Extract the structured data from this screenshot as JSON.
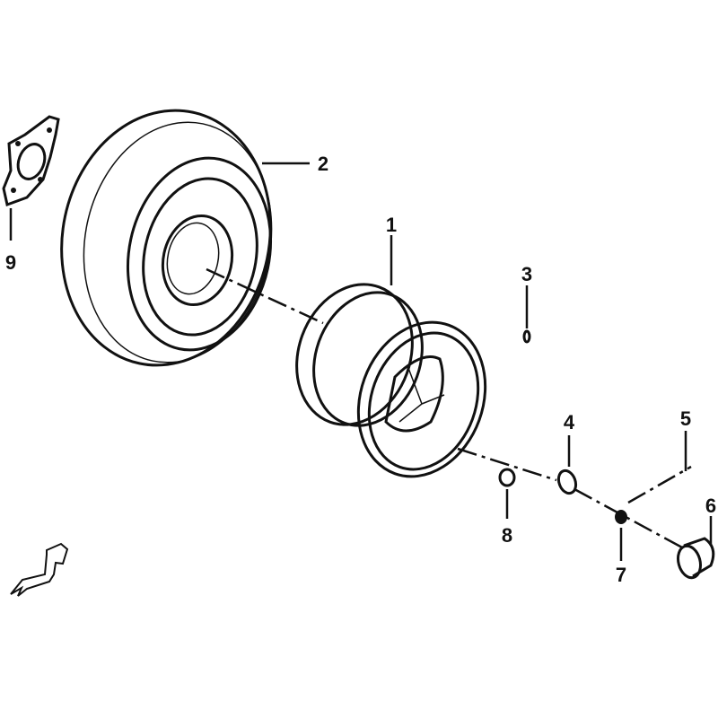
{
  "diagram": {
    "labels": {
      "wheel_rim": "1",
      "tire": "2",
      "valve": "3",
      "washer": "4",
      "cotter_pin": "5",
      "hub_cap": "6",
      "castle_nut": "7",
      "nut": "8",
      "gasket_plate": "9"
    },
    "colors": {
      "line": "#111111",
      "background": "#ffffff"
    }
  }
}
